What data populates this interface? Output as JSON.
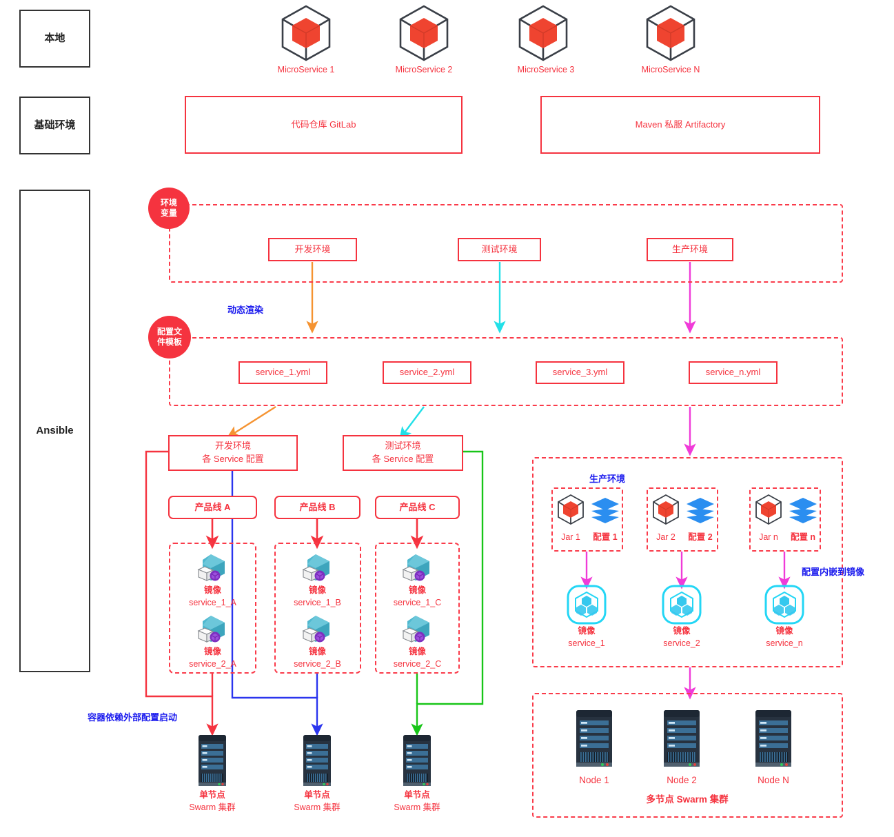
{
  "stage_labels": [
    {
      "name": "local",
      "text": "本地"
    },
    {
      "name": "base-env",
      "text": "基础环境"
    },
    {
      "name": "ansible",
      "text": "Ansible"
    }
  ],
  "microservices": [
    {
      "label": "MicroService 1",
      "icon": "microservice-cube-icon"
    },
    {
      "label": "MicroService 2",
      "icon": "microservice-cube-icon"
    },
    {
      "label": "MicroService 3",
      "icon": "microservice-cube-icon"
    },
    {
      "label": "MicroService N",
      "icon": "microservice-cube-icon"
    }
  ],
  "base_env": [
    {
      "label": "代码仓库 GitLab"
    },
    {
      "label": "Maven 私服 Artifactory"
    }
  ],
  "env_var_group": {
    "badge": "环境\n变量",
    "badge_line1": "环境",
    "badge_line2": "变量",
    "items": [
      {
        "label": "开发环境",
        "arrow_color": "#f59331"
      },
      {
        "label": "测试环境",
        "arrow_color": "#22e0e8"
      },
      {
        "label": "生产环境",
        "arrow_color": "#f03bd8"
      }
    ]
  },
  "dynamic_render_label": "动态渲染",
  "config_tpl_group": {
    "badge_line1": "配置文",
    "badge_line2": "件模板",
    "items": [
      {
        "label": "service_1.yml"
      },
      {
        "label": "service_2.yml"
      },
      {
        "label": "service_3.yml"
      },
      {
        "label": "service_n.yml"
      }
    ]
  },
  "service_config_boxes": [
    {
      "line1": "开发环境",
      "line2": "各 Service 配置"
    },
    {
      "line1": "测试环境",
      "line2": "各 Service 配置"
    }
  ],
  "product_lines": [
    {
      "label": "产品线 A"
    },
    {
      "label": "产品线 B"
    },
    {
      "label": "产品线 C"
    }
  ],
  "image_groups": [
    {
      "images": [
        {
          "cn": "镜像",
          "name": "service_1_A"
        },
        {
          "cn": "镜像",
          "name": "service_2_A"
        }
      ]
    },
    {
      "images": [
        {
          "cn": "镜像",
          "name": "service_1_B"
        },
        {
          "cn": "镜像",
          "name": "service_2_B"
        }
      ]
    },
    {
      "images": [
        {
          "cn": "镜像",
          "name": "service_1_C"
        },
        {
          "cn": "镜像",
          "name": "service_2_C"
        }
      ]
    }
  ],
  "container_dep_label": "容器依赖外部配置启动",
  "single_nodes": [
    {
      "line1": "单节点",
      "line2": "Swarm 集群"
    },
    {
      "line1": "单节点",
      "line2": "Swarm 集群"
    },
    {
      "line1": "单节点",
      "line2": "Swarm 集群"
    }
  ],
  "production": {
    "title": "生产环境",
    "embed_label": "配置内嵌到镜像",
    "pairs": [
      {
        "jar": "Jar 1",
        "config": "配置 1"
      },
      {
        "jar": "Jar 2",
        "config": "配置 2"
      },
      {
        "jar": "Jar n",
        "config": "配置 n"
      }
    ],
    "images": [
      {
        "cn": "镜像",
        "name": "service_1"
      },
      {
        "cn": "镜像",
        "name": "service_2"
      },
      {
        "cn": "镜像",
        "name": "service_n"
      }
    ]
  },
  "swarm_cluster": {
    "nodes": [
      {
        "label": "Node 1"
      },
      {
        "label": "Node 2"
      },
      {
        "label": "Node N"
      }
    ],
    "caption": "多节点 Swarm 集群"
  },
  "colors": {
    "red": "#f5333f",
    "dashed_red": "#fa3b4a",
    "blue_text": "#1a1aee",
    "orange": "#f59331",
    "cyan": "#22e0e8",
    "magenta": "#f03bd8",
    "green": "#18c518",
    "blue_line": "#2b35ee",
    "teal_cube": "#4fb8cf",
    "purple": "#7d2fc0",
    "server_dark": "#27323f"
  }
}
